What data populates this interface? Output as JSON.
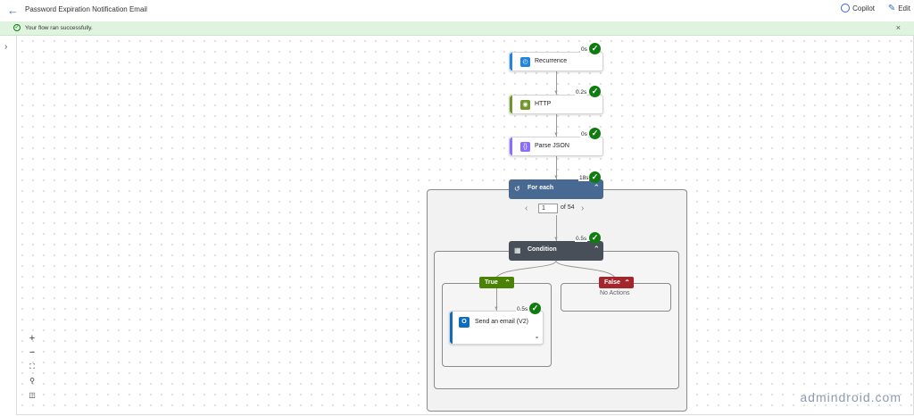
{
  "header": {
    "back_icon": "arrow-left-icon",
    "title": "Password Expiration Notification Email",
    "copilot_label": "Copilot",
    "edit_label": "Edit"
  },
  "banner": {
    "message": "Your flow ran successfully.",
    "close": "×"
  },
  "flow": {
    "recurrence": {
      "label": "Recurrence",
      "duration": "0s",
      "color": "#1f85de"
    },
    "http": {
      "label": "HTTP",
      "duration": "0.2s",
      "color": "#709727"
    },
    "parse_json": {
      "label": "Parse JSON",
      "duration": "0s",
      "color": "#8c6cff"
    },
    "for_each": {
      "label": "For each",
      "duration": "18s",
      "color": "#486991",
      "page_value": "1",
      "page_total": "of 54"
    },
    "condition": {
      "label": "Condition",
      "duration": "0.5s",
      "color": "#484f58"
    },
    "true_branch": {
      "label": "True",
      "color": "#498205"
    },
    "false_branch": {
      "label": "False",
      "color": "#a4262c",
      "empty_text": "No Actions"
    },
    "send_email": {
      "label": "Send an email (V2)",
      "duration": "0.5s"
    }
  },
  "zoom": {
    "zoom_in": "+",
    "zoom_out": "−"
  },
  "watermark": "admindroid.com",
  "colors": {
    "success": "#107c10",
    "banner_bg": "#dff3df"
  }
}
